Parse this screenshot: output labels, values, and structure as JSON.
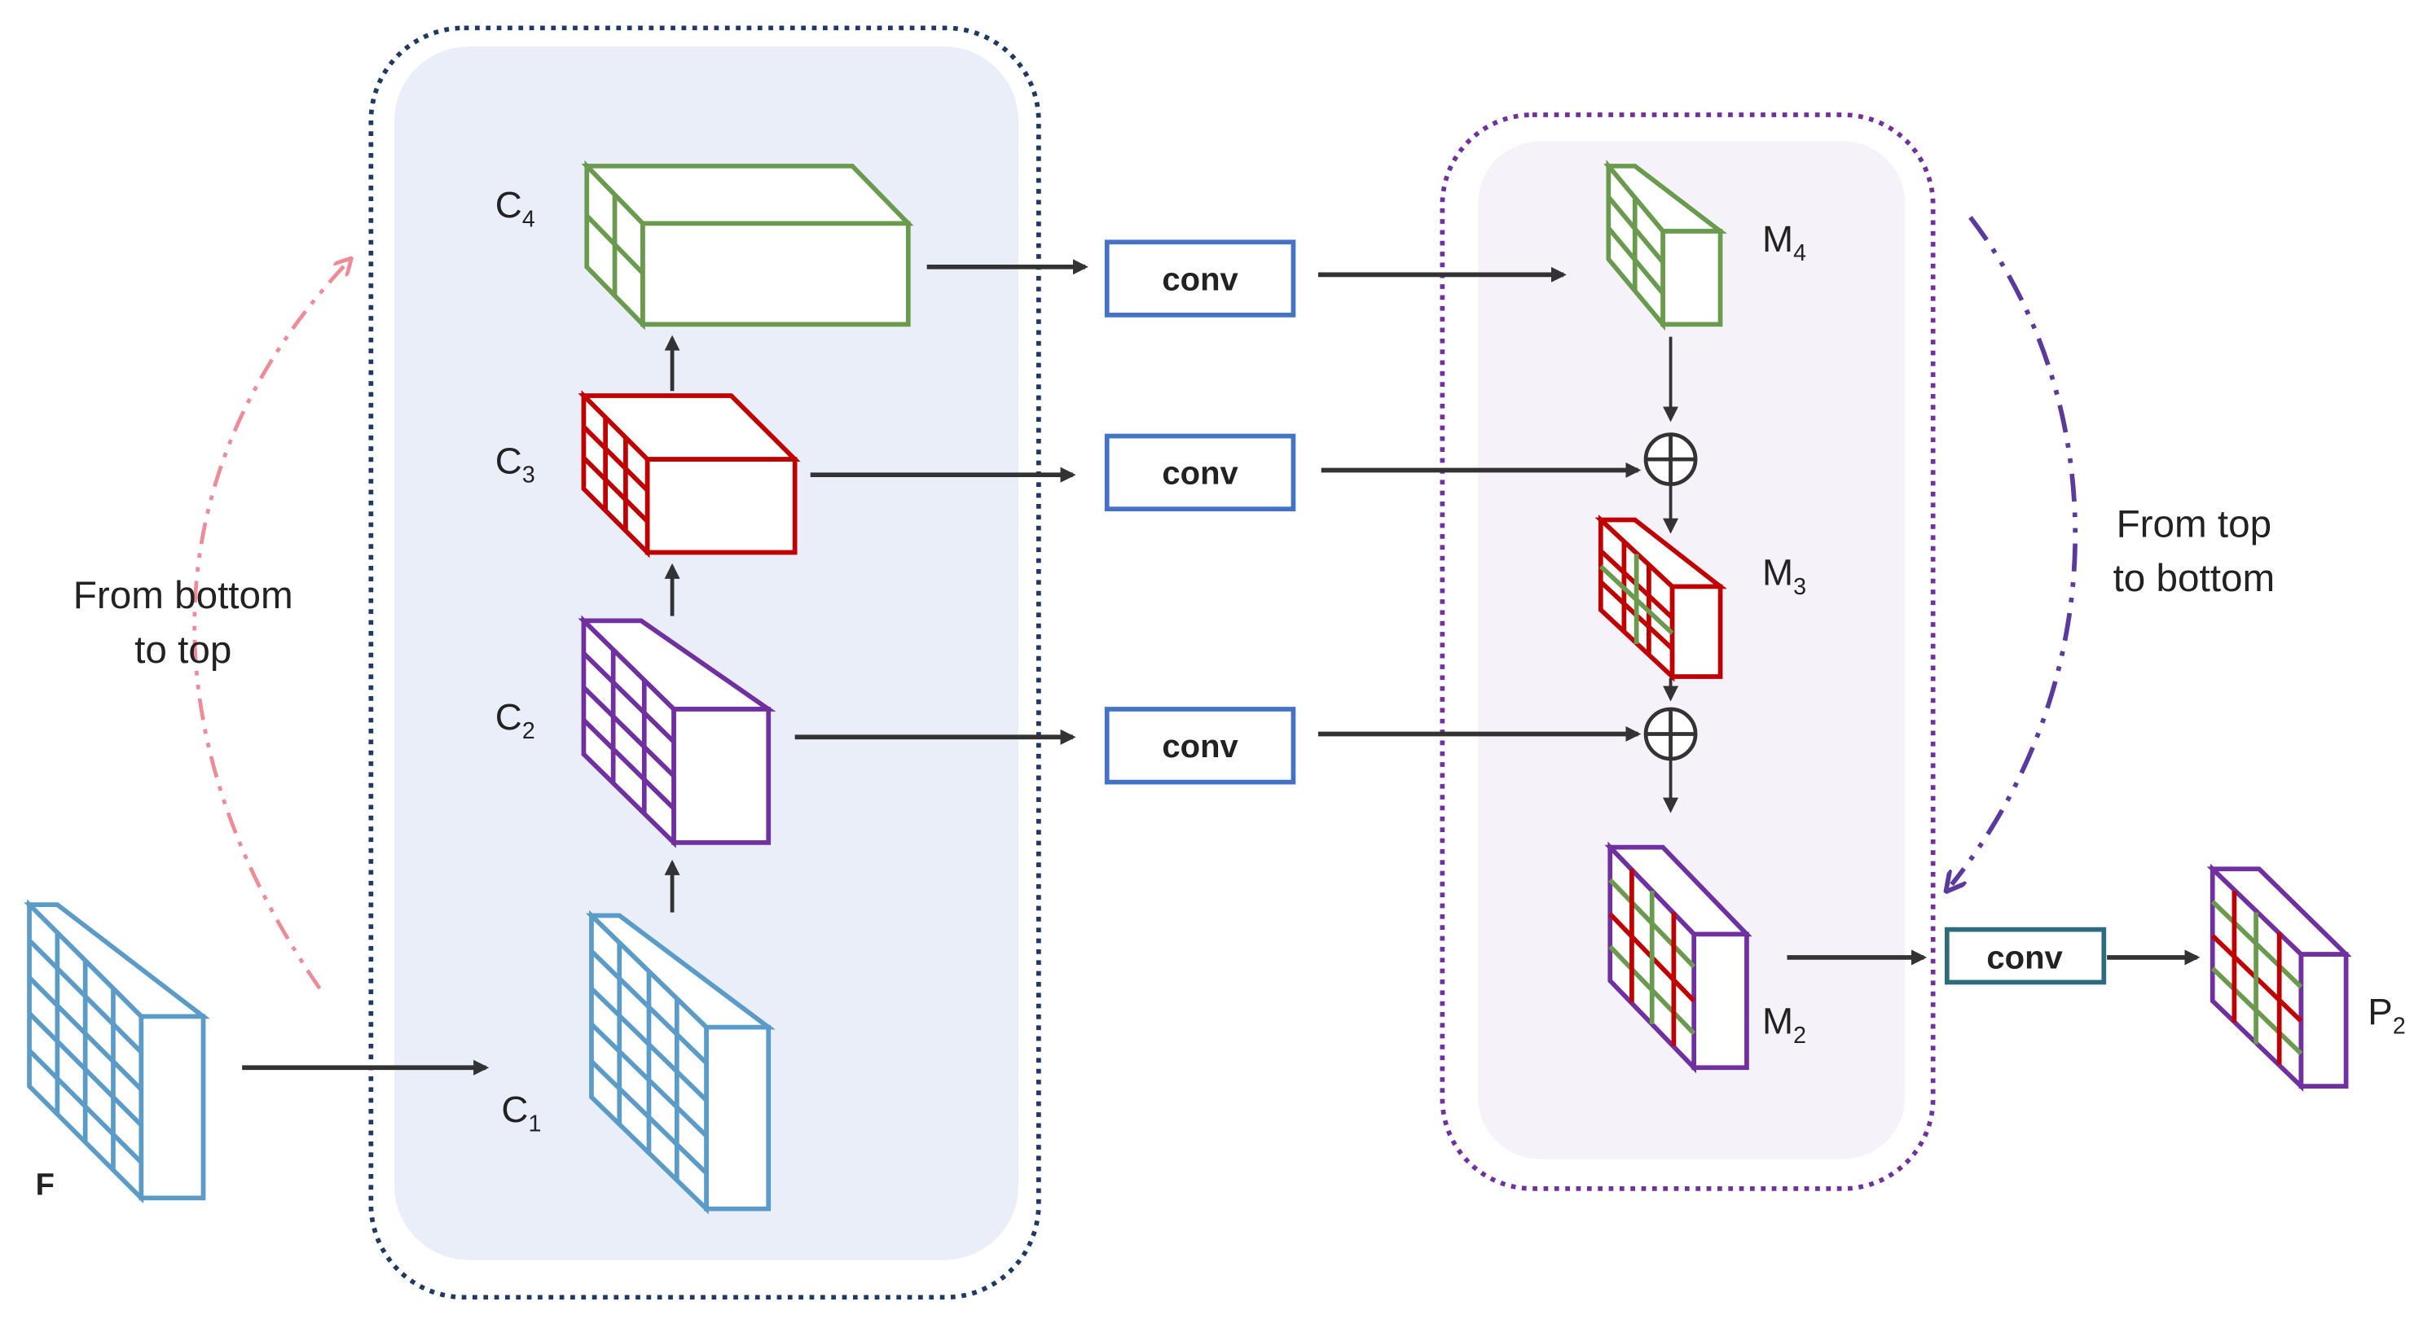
{
  "input": {
    "label": "F"
  },
  "bottom_up": {
    "annotation_line1": "From bottom",
    "annotation_line2": "to top",
    "levels": [
      {
        "base": "C",
        "sub": "1"
      },
      {
        "base": "C",
        "sub": "2"
      },
      {
        "base": "C",
        "sub": "3"
      },
      {
        "base": "C",
        "sub": "4"
      }
    ]
  },
  "convs": [
    "conv",
    "conv",
    "conv",
    "conv"
  ],
  "top_down": {
    "annotation_line1": "From top",
    "annotation_line2": "to bottom",
    "levels": [
      {
        "base": "M",
        "sub": "4"
      },
      {
        "base": "M",
        "sub": "3"
      },
      {
        "base": "M",
        "sub": "2"
      }
    ]
  },
  "output": {
    "base": "P",
    "sub": "2"
  },
  "colors": {
    "blue_feature": "#5b9bc8",
    "purple_feature": "#7030a0",
    "red_feature": "#c00000",
    "green_feature": "#6a9a4e",
    "conv_border": "#4472c4",
    "conv_final_border": "#2e6a7e",
    "left_panel_fill": "#e9eef8",
    "left_panel_border": "#1f3864",
    "right_panel_fill": "#f6f2f9",
    "right_panel_border": "#7030a0",
    "arrow": "#333333",
    "annotation_pink": "#ee8b96",
    "annotation_purple": "#5b3a9e"
  }
}
